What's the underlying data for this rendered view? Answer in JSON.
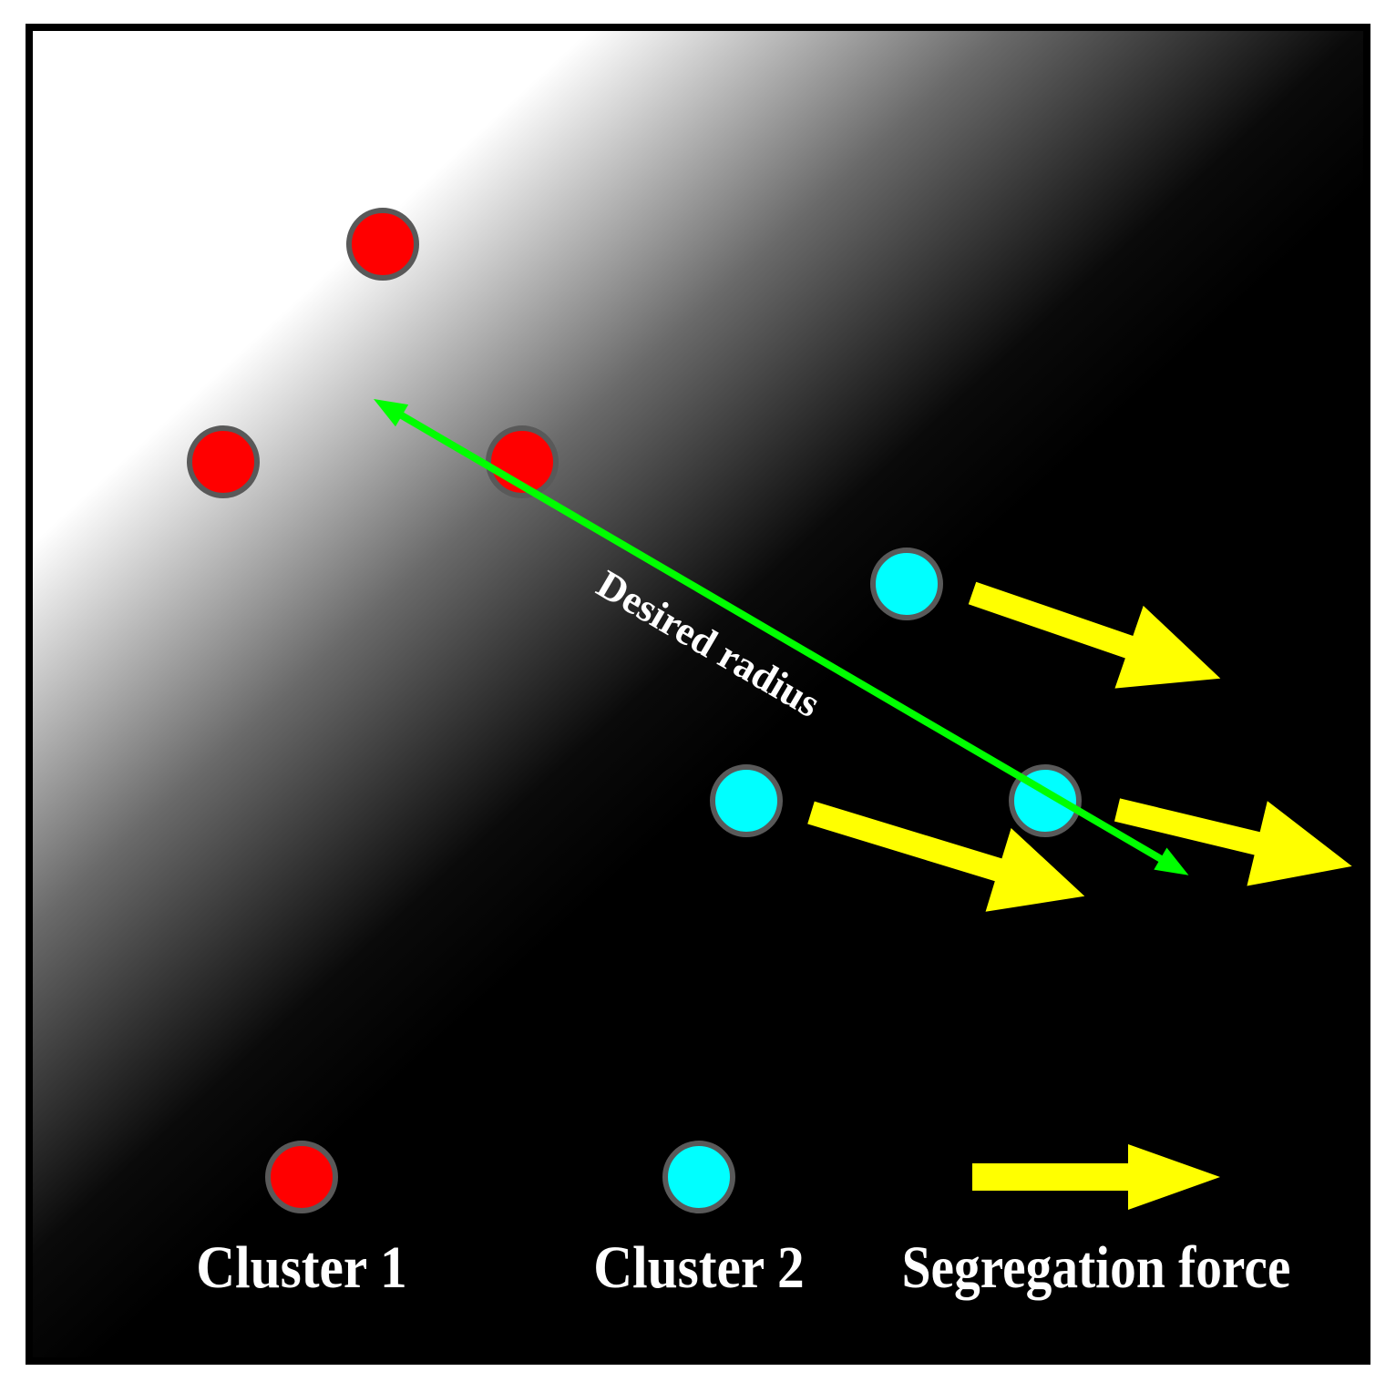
{
  "colors": {
    "background_light": "#ffffff",
    "background_dark": "#000000",
    "frame": "#000000",
    "cluster1": "#ff0000",
    "cluster2": "#00ffff",
    "node_stroke": "#595959",
    "force_arrow": "#ffff00",
    "radius_arrow": "#00ff00",
    "text": "#ffffff"
  },
  "annotation": {
    "radius_label": "Desired radius"
  },
  "legend": {
    "cluster1_label": "Cluster 1",
    "cluster2_label": "Cluster 2",
    "force_label": "Segregation force"
  },
  "icons": {
    "cluster1_node": "red-circle",
    "cluster2_node": "cyan-circle",
    "force": "yellow-right-arrow",
    "radius": "green-double-arrow"
  }
}
